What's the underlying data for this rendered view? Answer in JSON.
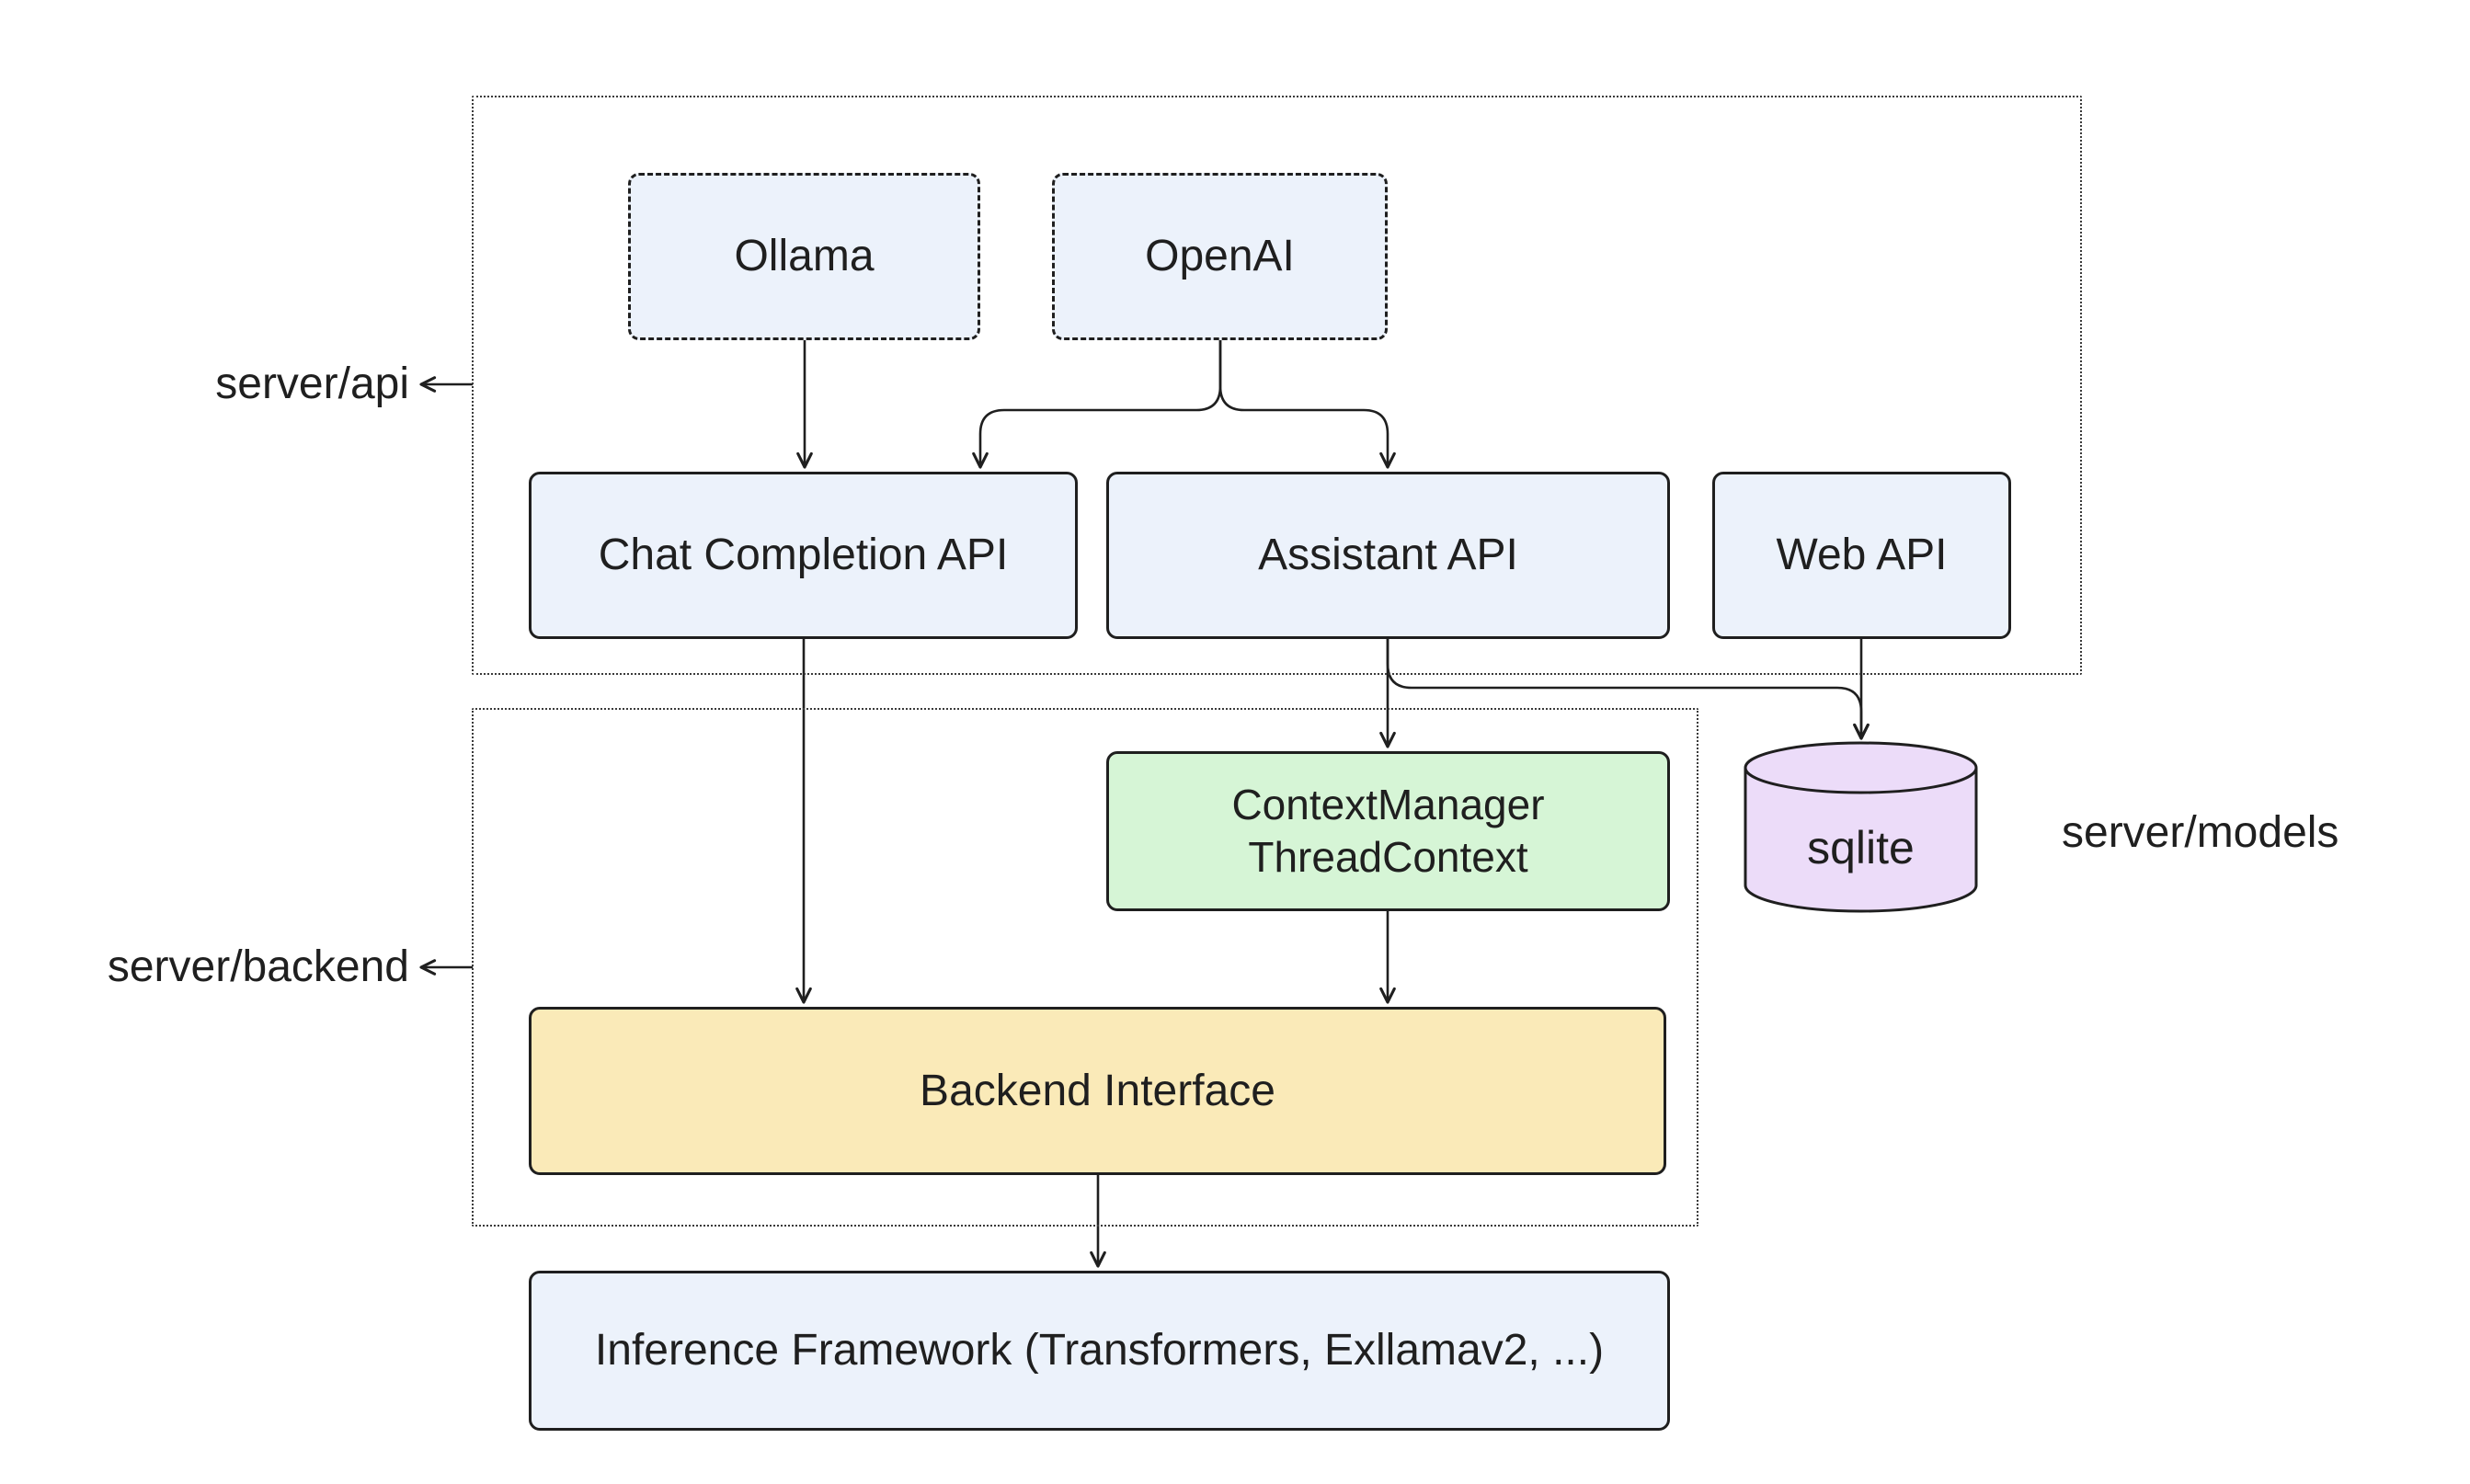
{
  "diagram_title": "",
  "groups": {
    "api": {
      "label": "server/api"
    },
    "backend": {
      "label": "server/backend"
    }
  },
  "labels": {
    "server_models": "server/models"
  },
  "nodes": {
    "ollama": "Ollama",
    "openai": "OpenAI",
    "chat_completion_api": "Chat Completion API",
    "assistant_api": "Assistant API",
    "web_api": "Web API",
    "context_manager_line1": "ContextManager",
    "context_manager_line2": "ThreadContext",
    "sqlite": "sqlite",
    "backend_interface": "Backend Interface",
    "inference_framework": "Inference Framework (Transformers, Exllamav2, ...)"
  },
  "edges": [
    {
      "from": "Ollama",
      "to": "Chat Completion API"
    },
    {
      "from": "OpenAI",
      "to": "Chat Completion API"
    },
    {
      "from": "OpenAI",
      "to": "Assistant API"
    },
    {
      "from": "Chat Completion API",
      "to": "Backend Interface"
    },
    {
      "from": "Assistant API",
      "to": "ContextManager ThreadContext"
    },
    {
      "from": "Assistant API",
      "to": "sqlite"
    },
    {
      "from": "Web API",
      "to": "sqlite"
    },
    {
      "from": "ContextManager ThreadContext",
      "to": "Backend Interface"
    },
    {
      "from": "Backend Interface",
      "to": "Inference Framework (Transformers, Exllamav2, ...)"
    },
    {
      "from": "server/api group border",
      "to": "server/api label"
    },
    {
      "from": "server/backend group border",
      "to": "server/backend label"
    }
  ],
  "colors": {
    "background": "#ffffff",
    "node_fill": "#ecf2fb",
    "green_fill": "#d6f5d6",
    "yellow_fill": "#faeab8",
    "purple_fill": "#ecdcf9",
    "line": "#1f1f1f"
  }
}
